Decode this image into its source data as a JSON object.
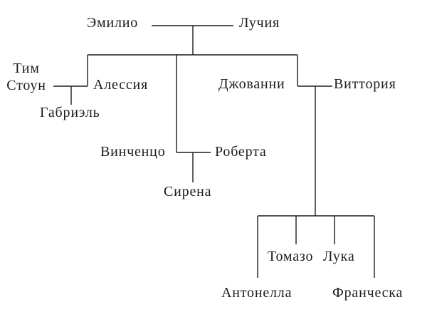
{
  "page": {
    "background_color": "#ffffff",
    "line_color": "#1c1c1c",
    "text_color": "#1c1c1c"
  },
  "family_tree": {
    "type": "family-tree-diagram",
    "people": [
      {
        "id": "emilio",
        "label": "Эмилио"
      },
      {
        "id": "luchia",
        "label": "Лучия"
      },
      {
        "id": "tim-stoun",
        "label": "Тим Стоун"
      },
      {
        "id": "alessia",
        "label": "Алессия"
      },
      {
        "id": "gabriel",
        "label": "Габриэль"
      },
      {
        "id": "giovanni",
        "label": "Джованни"
      },
      {
        "id": "vittoria",
        "label": "Виттория"
      },
      {
        "id": "vincenzo",
        "label": "Винченцо"
      },
      {
        "id": "roberta",
        "label": "Роберта"
      },
      {
        "id": "sirena",
        "label": "Сирена"
      },
      {
        "id": "tomazo",
        "label": "Томазо"
      },
      {
        "id": "luka",
        "label": "Лука"
      },
      {
        "id": "antonella",
        "label": "Антонелла"
      },
      {
        "id": "francheska",
        "label": "Франческа"
      }
    ],
    "couples": [
      {
        "left": "Эмилио",
        "right": "Лучия"
      },
      {
        "left": "Тим Стоун",
        "right": "Алессия"
      },
      {
        "left": "Джованни",
        "right": "Виттория"
      },
      {
        "left": "Винченцо",
        "right": "Роберта"
      }
    ],
    "parent_child": [
      {
        "parents": [
          "Эмилио",
          "Лучия"
        ],
        "children": [
          "Алессия",
          "Винченцо",
          "Джованни"
        ]
      },
      {
        "parents": [
          "Тим Стоун",
          "Алессия"
        ],
        "children": [
          "Габриэль"
        ]
      },
      {
        "parents": [
          "Винченцо",
          "Роберта"
        ],
        "children": [
          "Сирена"
        ]
      },
      {
        "parents": [
          "Джованни",
          "Виттория"
        ],
        "children": [
          "Антонелла",
          "Томазо",
          "Лука",
          "Франческа"
        ]
      }
    ]
  }
}
